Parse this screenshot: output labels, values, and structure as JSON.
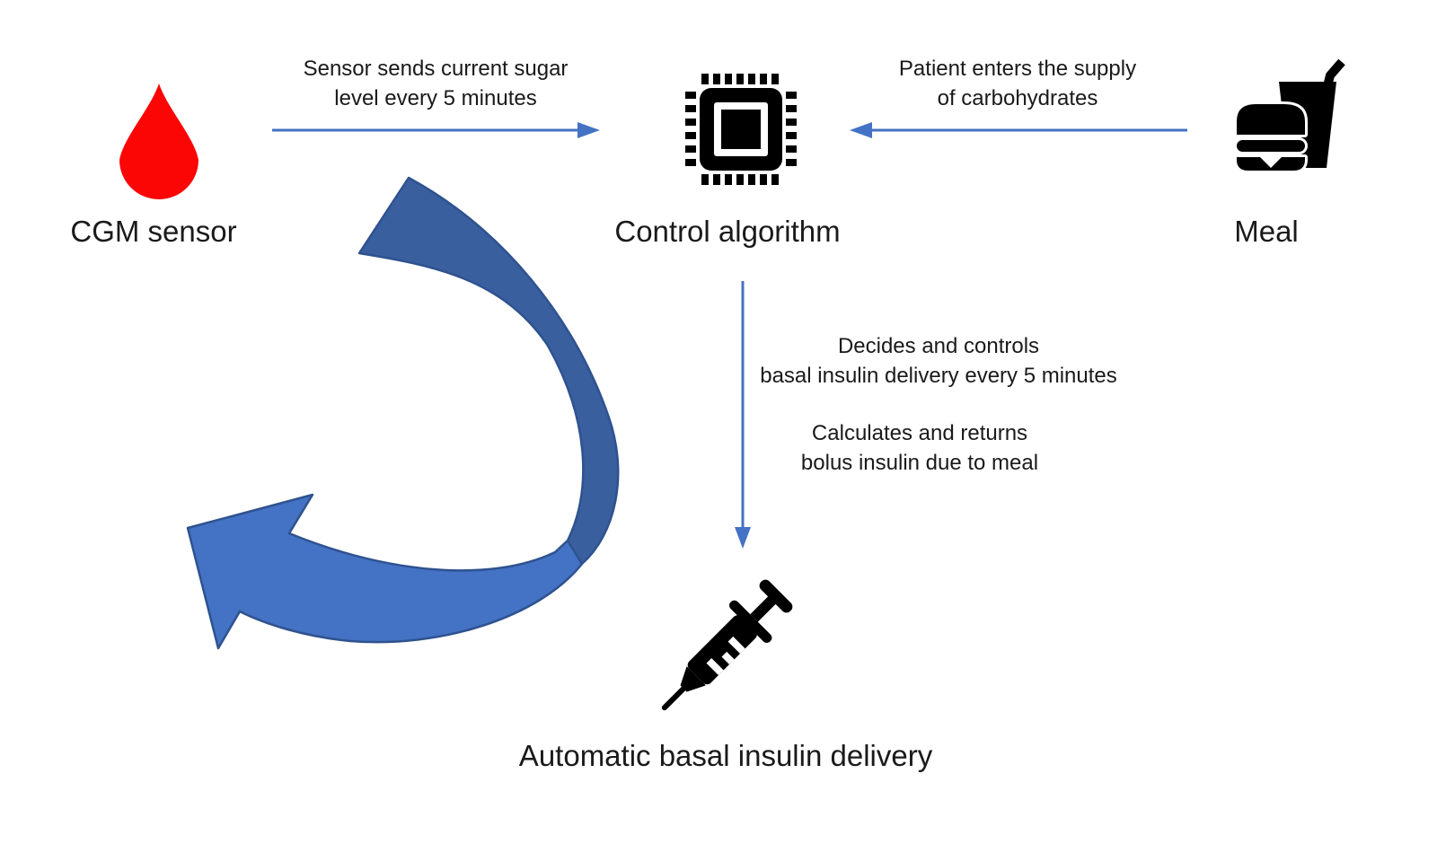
{
  "diagram": {
    "background": "#ffffff",
    "colors": {
      "arrow_blue": "#4472C4",
      "loop_dark_blue": "#3A5F9E",
      "loop_light_blue": "#4472C4",
      "loop_outline": "#2F528F",
      "drop_red": "#FB0505",
      "icon_black": "#000000",
      "text": "#1A1A1A",
      "icon_white": "#FFFFFF"
    },
    "nodes": {
      "cgm_sensor": {
        "label": "CGM sensor",
        "icon": "blood-drop-icon"
      },
      "control_algorithm": {
        "label": "Control algorithm",
        "icon": "processor-chip-icon"
      },
      "meal": {
        "label": "Meal",
        "icon": "burger-drink-icon"
      },
      "insulin_delivery": {
        "label": "Automatic basal insulin delivery",
        "icon": "syringe-icon"
      }
    },
    "edges": {
      "sensor_to_algorithm": {
        "lines": [
          "Sensor sends current sugar",
          "level every 5 minutes"
        ]
      },
      "meal_to_algorithm": {
        "lines": [
          "Patient enters the supply",
          "of carbohydrates"
        ]
      },
      "algorithm_to_delivery": {
        "paragraph1": [
          "Decides and controls",
          "basal insulin delivery every 5 minutes"
        ],
        "paragraph2": [
          "Calculates and returns",
          "bolus insulin due to meal"
        ]
      }
    }
  }
}
